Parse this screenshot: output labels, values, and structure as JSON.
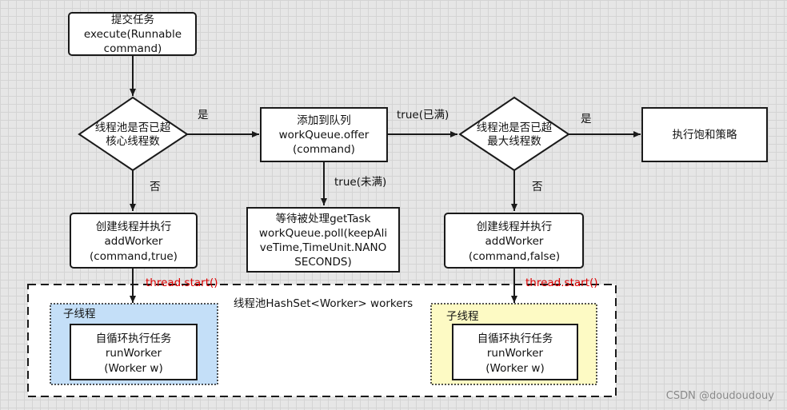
{
  "nodes": {
    "submit": [
      "提交任务",
      "execute(Runnable",
      "command)"
    ],
    "core_check": [
      "线程池是否已超",
      "核心线程数"
    ],
    "queue_offer": [
      "添加到队列",
      "workQueue.offer",
      "(command)"
    ],
    "max_check": [
      "线程池是否已超",
      "最大线程数"
    ],
    "reject": [
      "执行饱和策略"
    ],
    "add_worker_core": [
      "创建线程并执行",
      "addWorker",
      "(command,true)"
    ],
    "wait_task": [
      "等待被处理getTask",
      "workQueue.poll(keepAli",
      "veTime,TimeUnit.NANO",
      "SECONDS)"
    ],
    "add_worker_max": [
      "创建线程并执行",
      "addWorker",
      "(command,false)"
    ],
    "pool_title": "线程池HashSet<Worker> workers",
    "thread_label_1": "子线程",
    "thread_label_2": "子线程",
    "run_worker_1": [
      "自循环执行任务",
      "runWorker",
      "(Worker w)"
    ],
    "run_worker_2": [
      "自循环执行任务",
      "runWorker",
      "(Worker w)"
    ]
  },
  "edges": {
    "core_yes": "是",
    "core_no": "否",
    "queue_full": "true(已满)",
    "queue_not_full": "true(未满)",
    "max_yes": "是",
    "max_no": "否",
    "thread_start_1": "thread.start()",
    "thread_start_2": "thread.start()"
  },
  "watermark": "CSDN @doudoudouy",
  "colors": {
    "stroke": "#1a1a1a",
    "node_fill": "#ffffff",
    "thread_box_blue": "#c4dff8",
    "thread_box_yellow": "#fdfac4",
    "edge_label_red": "#e00000"
  }
}
